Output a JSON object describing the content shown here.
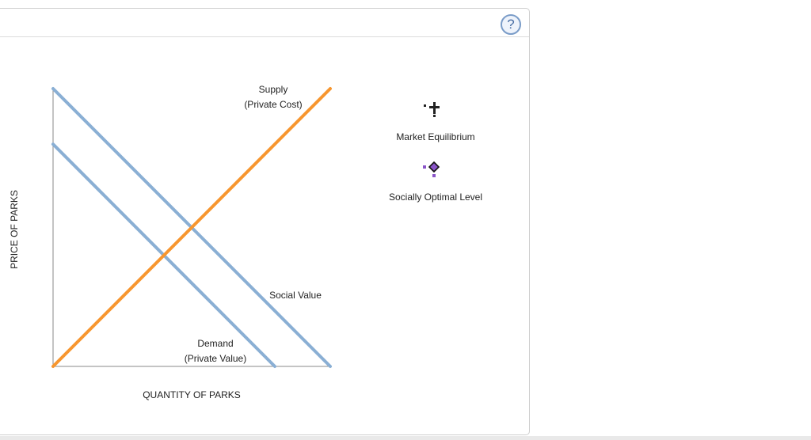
{
  "help": {
    "label": "?"
  },
  "chart_data": {
    "type": "line",
    "title": "",
    "xlabel": "QUANTITY OF PARKS",
    "ylabel": "PRICE OF PARKS",
    "xlim": [
      0,
      100
    ],
    "ylim": [
      0,
      100
    ],
    "grid": false,
    "series": [
      {
        "name": "Supply",
        "label_lines": [
          "Supply",
          "(Private Cost)"
        ],
        "color": "#f7962f",
        "points": [
          [
            0,
            0
          ],
          [
            100,
            100
          ]
        ]
      },
      {
        "name": "Social Value",
        "label_lines": [
          "Social Value"
        ],
        "color": "#8aafd4",
        "points": [
          [
            0,
            100
          ],
          [
            100,
            0
          ]
        ]
      },
      {
        "name": "Demand",
        "label_lines": [
          "Demand",
          "(Private Value)"
        ],
        "color": "#8aafd4",
        "points": [
          [
            0,
            80
          ],
          [
            80,
            0
          ]
        ]
      }
    ]
  },
  "legend": {
    "items": [
      {
        "label": "Market Equilibrium",
        "icon": "plus-marker-icon",
        "color": "#222222"
      },
      {
        "label": "Socially Optimal Level",
        "icon": "diamond-marker-icon",
        "color": "#8a55c8"
      }
    ]
  }
}
